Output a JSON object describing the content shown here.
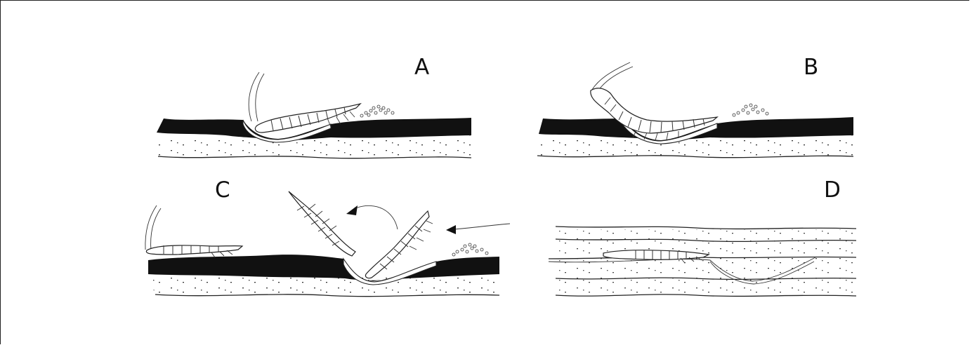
{
  "panels": [
    {
      "id": "A",
      "label": "A"
    },
    {
      "id": "B",
      "label": "B"
    },
    {
      "id": "C",
      "label": "C"
    },
    {
      "id": "D",
      "label": "D"
    }
  ],
  "colors": {
    "ink": "#111111",
    "background": "#ffffff"
  }
}
